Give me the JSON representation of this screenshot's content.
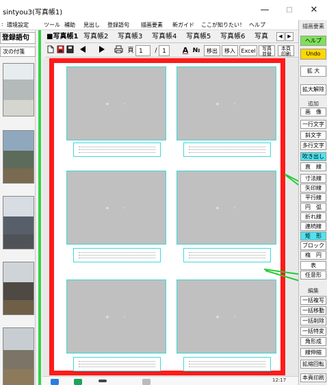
{
  "window": {
    "title": "sintyou3(写真帳1)",
    "min_glyph": "—",
    "max_glyph": "□",
    "close_glyph": "✕"
  },
  "menu": {
    "items": [
      ":",
      "環境設定",
      "ツール",
      "補助",
      "見出し",
      "登録語句",
      "描画要素",
      "新ガイド",
      "ここが知りたい！",
      "ヘルプ"
    ]
  },
  "left_panel": {
    "header": "登録語句",
    "next_tag": "次の付箋"
  },
  "tabs": {
    "items": [
      "■写真帳1",
      "写真帳2",
      "写真帳3",
      "写真帳4",
      "写真帳5",
      "写真帳6",
      "写真"
    ],
    "prev_arrow": "◀",
    "next_arrow": "▶"
  },
  "toolbar": {
    "page_label": "頁",
    "page_current": "1",
    "page_sep": "/",
    "page_total": "1",
    "font_a": "A",
    "no_label": "№",
    "move_label": "移出",
    "import_label": "移入",
    "excel_label": "Excel",
    "photo_order_top": "写真",
    "photo_order_bottom": "並替",
    "print_page_top": "本頁",
    "print_page_bottom": "印刷"
  },
  "right_panel": {
    "header": "描画要素",
    "help": "ヘルプ",
    "undo": "Undo",
    "zoom": "拡 大",
    "zoom_reset": "拡大解除",
    "add": "追加",
    "image": "画　像",
    "one_line_text": "一行文字",
    "oblique_text": "斜文字",
    "multiline_text": "多行文字",
    "speech_bubble": "吹き出し",
    "straight_line": "直　線",
    "dimension_line": "寸法線",
    "arrow_line": "矢印線",
    "parallel_line": "平行線",
    "arc": "円　弧",
    "polyline": "折れ線",
    "continuous_line": "連続線",
    "rectangle": "矩　形",
    "block": "ブロック",
    "ellipse": "楕　円",
    "table": "表",
    "freeform": "任意形",
    "edit": "編集",
    "bulk_copy": "一括複写",
    "bulk_move": "一括移動",
    "bulk_delete": "一括削除",
    "bulk_special": "一括特変",
    "shape_form": "角形成",
    "stretch": "線伸縮",
    "scale_rotate": "拡縮回転",
    "print_page": "本頁印刷"
  },
  "photo_marks": {
    "left": "+",
    "right": "◦"
  },
  "taskbar": {
    "clock": "12:17"
  },
  "colors": {
    "page_border": "#ff1a1a",
    "divider_green": "#35d14a",
    "frame_cyan": "#40d8d8",
    "help_green": "#7ee05a",
    "undo_yellow": "#ffd700",
    "selected_cyan": "#4fe3ee",
    "annotation_green": "#22cc33"
  }
}
